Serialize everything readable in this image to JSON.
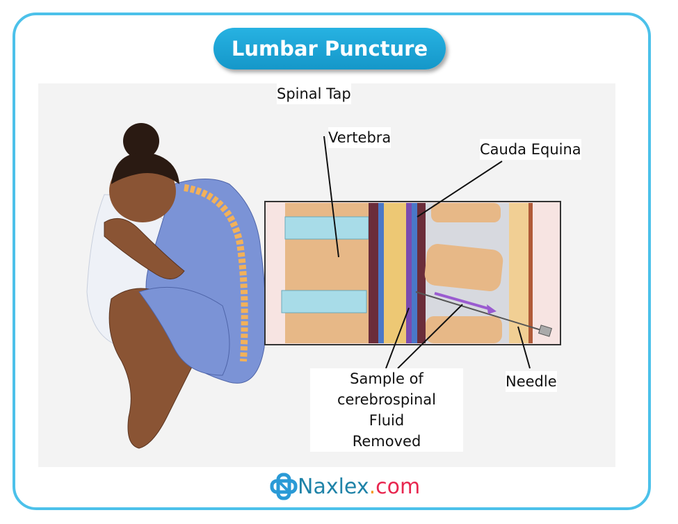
{
  "title": "Lumbar Puncture",
  "labels": {
    "spinal_tap": "Spinal Tap",
    "vertebra": "Vertebra",
    "cauda_equina": "Cauda Equina",
    "sample_line1": "Sample of",
    "sample_line2": "cerebrospinal",
    "sample_line3": "Fluid",
    "sample_line4": "Removed",
    "needle": "Needle"
  },
  "logo": {
    "name": "Naxlex",
    "dot": ".",
    "tld": "com"
  },
  "colors": {
    "border": "#4cc1ea",
    "title_bg": "#1ea5d8",
    "gown": "#7b93d6",
    "spine": "#f2b15a"
  }
}
